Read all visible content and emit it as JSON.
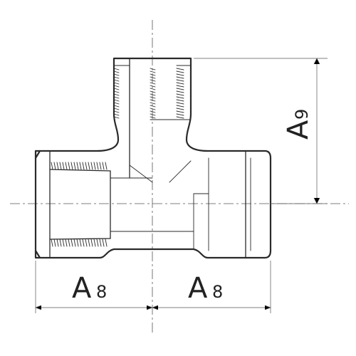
{
  "dimensions": {
    "left_width": {
      "letter": "A",
      "index": "8"
    },
    "right_width": {
      "letter": "A",
      "index": "8"
    },
    "branch_height": {
      "letter": "A",
      "index": "9"
    }
  }
}
